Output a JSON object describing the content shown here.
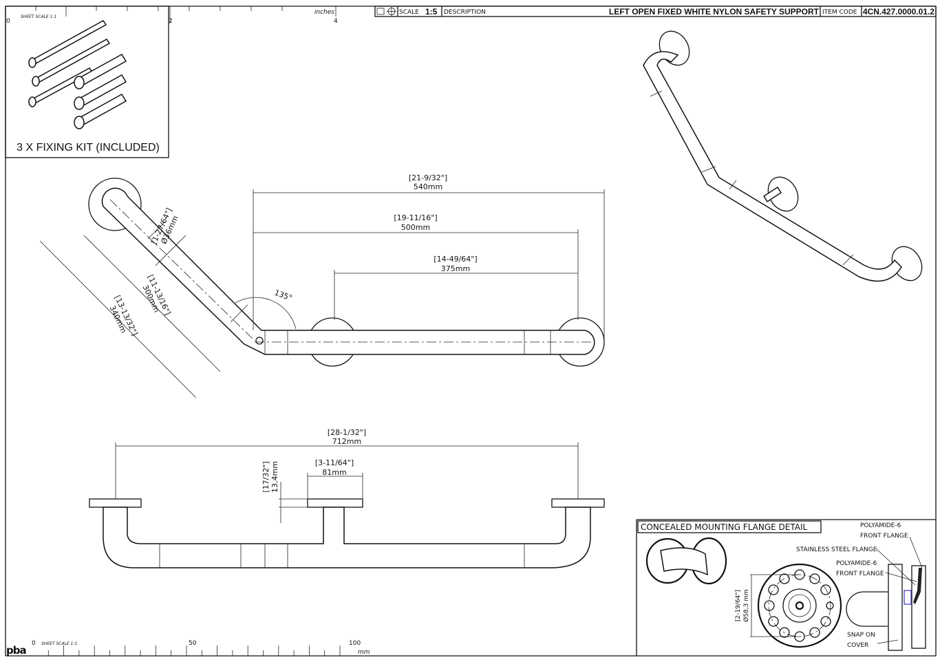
{
  "title_block": {
    "scale_label": "SCALE",
    "scale_value": "1:5",
    "description_label": "DESCRIPTION",
    "description": "LEFT OPEN FIXED WHITE NYLON SAFETY SUPPORT",
    "item_code_label": "ITEM CODE",
    "item_code": "4CN.427.0000.01.2"
  },
  "inch_ruler": {
    "unit": "inches",
    "sheet_scale": "SHEET SCALE 1:1",
    "ticks": [
      "0",
      "2",
      "4"
    ]
  },
  "mm_ruler": {
    "unit": "mm",
    "sheet_scale": "SHEET SCALE 1:1",
    "ticks": [
      "0",
      "50",
      "100"
    ]
  },
  "logo": "pba",
  "fixing_kit": {
    "caption": "3 X FIXING KIT (INCLUDED)"
  },
  "top_view": {
    "dim_overall": {
      "inch": "[21-9/32\"]",
      "mm": "540mm"
    },
    "dim_centers": {
      "inch": "[19-11/16\"]",
      "mm": "500mm"
    },
    "dim_mid": {
      "inch": "[14-49/64\"]",
      "mm": "375mm"
    },
    "dim_diameter": {
      "inch": "[1-27/64\"]",
      "mm": "Ø36mm"
    },
    "dim_angled_inner": {
      "inch": "[11-13/16\"]",
      "mm": "300mm"
    },
    "dim_angled_outer": {
      "inch": "[13-13/32\"]",
      "mm": "340mm"
    },
    "angle": "135°"
  },
  "front_view": {
    "dim_overall": {
      "inch": "[28-1/32\"]",
      "mm": "712mm"
    },
    "dim_flange": {
      "inch": "[3-11/64\"]",
      "mm": "81mm"
    },
    "dim_thickness": {
      "inch": "[17/32\"]",
      "mm": "13,4mm"
    }
  },
  "flange_detail": {
    "title": "CONCEALED MOUNTING FLANGE DETAIL",
    "dim_diameter": {
      "inch": "[2-19/64\"]",
      "mm": "Ø58,3 mm"
    },
    "labels": {
      "polyamide_front_1a": "POLYAMIDE-6",
      "polyamide_front_1b": "FRONT FLANGE",
      "stainless": "STAINLESS STEEL FLANGE",
      "polyamide_front_2a": "POLYAMIDE-6",
      "polyamide_front_2b": "FRONT FLANGE",
      "snap_a": "SNAP ON",
      "snap_b": "COVER"
    }
  }
}
